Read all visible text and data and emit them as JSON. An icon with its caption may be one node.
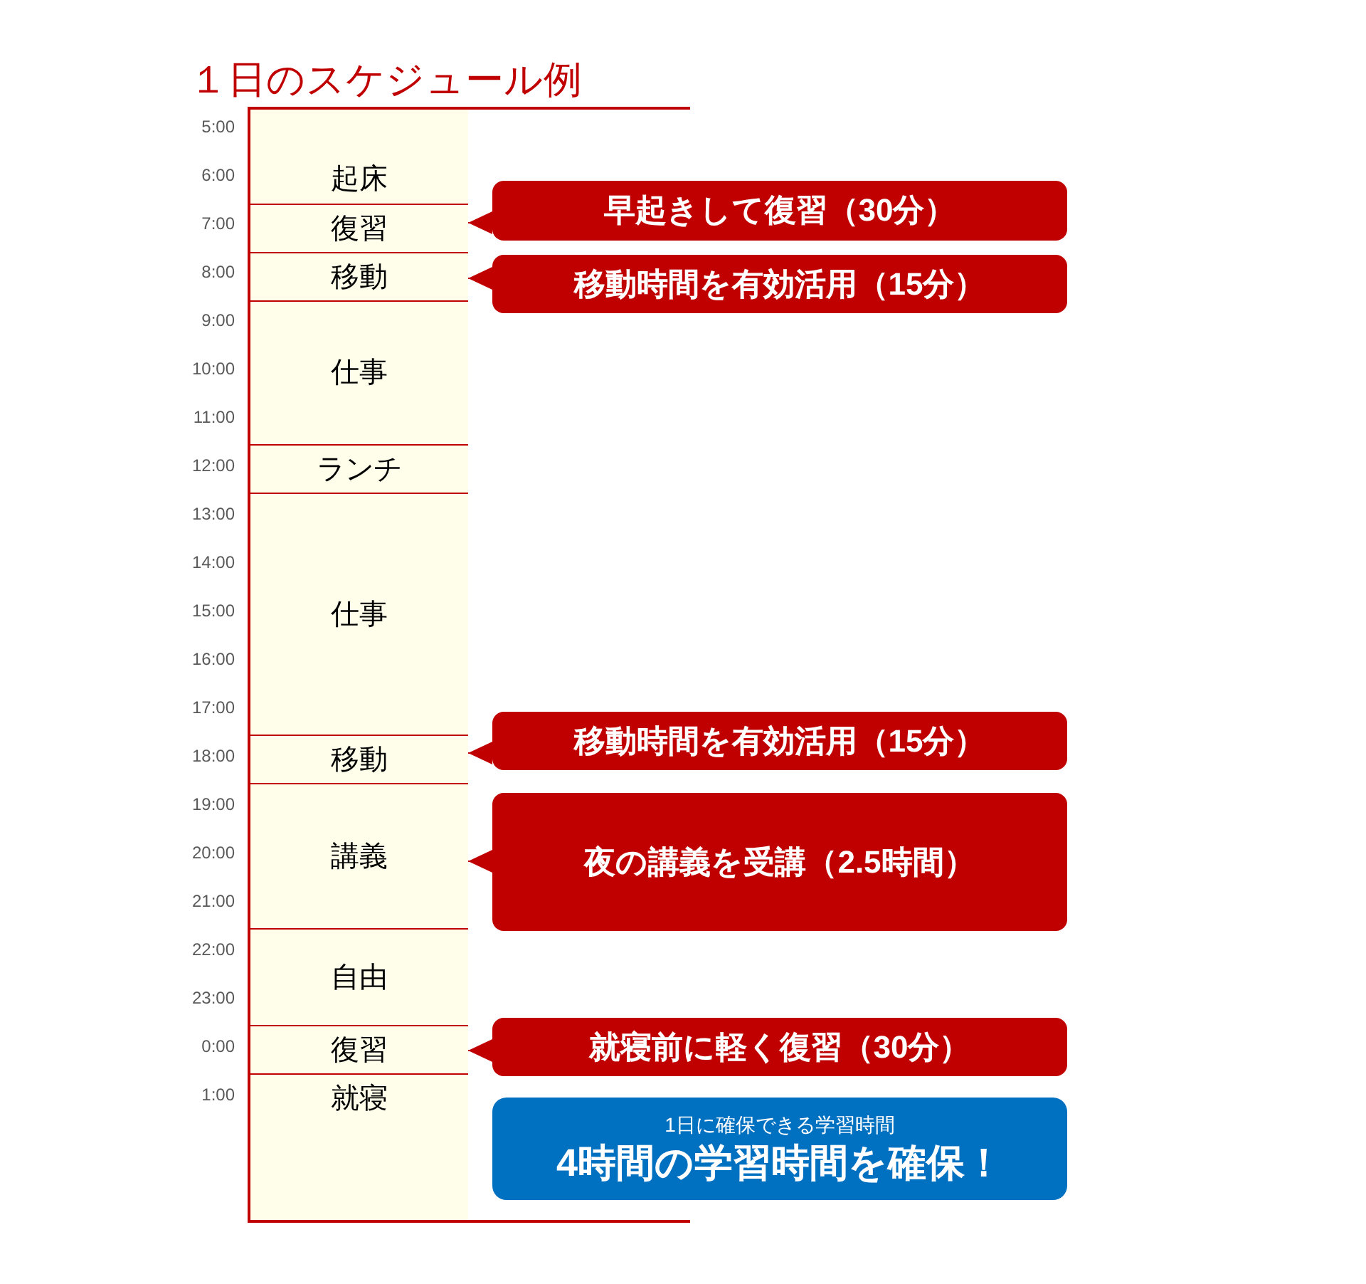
{
  "diagram": {
    "title": "１日のスケジュール例",
    "nodes": [
      {
        "text": [
          "起床"
        ]
      },
      {
        "text": [
          "復習"
        ]
      },
      {
        "text": [
          "移動"
        ]
      },
      {
        "text": [
          "仕事"
        ]
      },
      {
        "text": [
          "ランチ"
        ]
      },
      {
        "text": [
          "仕事"
        ]
      },
      {
        "text": [
          "移動"
        ]
      },
      {
        "text": [
          "講義"
        ]
      },
      {
        "text": [
          "自由"
        ]
      },
      {
        "text": [
          "復習"
        ]
      },
      {
        "text": [
          "就寝"
        ]
      },
      {
        "text": [
          "早起きして復習（30分）"
        ]
      },
      {
        "text": [
          "移動時間を有効活用（15分）"
        ]
      },
      {
        "text": [
          "移動時間を有効活用（15分）"
        ]
      },
      {
        "text": [
          "夜の講義を受講（2.5時間）"
        ]
      },
      {
        "text": [
          "就寝前に軽く復習（30分）"
        ]
      },
      {
        "text": [
          "1日に確保できる学習時間",
          "4時間の学習時間を確保！"
        ]
      }
    ],
    "edges": [
      {
        "from": 11,
        "to": 1,
        "arrow": "to"
      },
      {
        "from": 12,
        "to": 2,
        "arrow": "to"
      },
      {
        "from": 13,
        "to": 6,
        "arrow": "to"
      },
      {
        "from": 14,
        "to": 7,
        "arrow": "to"
      },
      {
        "from": 15,
        "to": 9,
        "arrow": "to"
      }
    ],
    "labels": [
      "5:00",
      "6:00",
      "7:00",
      "8:00",
      "9:00",
      "10:00",
      "11:00",
      "12:00",
      "13:00",
      "14:00",
      "15:00",
      "16:00",
      "17:00",
      "18:00",
      "19:00",
      "20:00",
      "21:00",
      "22:00",
      "23:00",
      "0:00",
      "1:00"
    ]
  }
}
